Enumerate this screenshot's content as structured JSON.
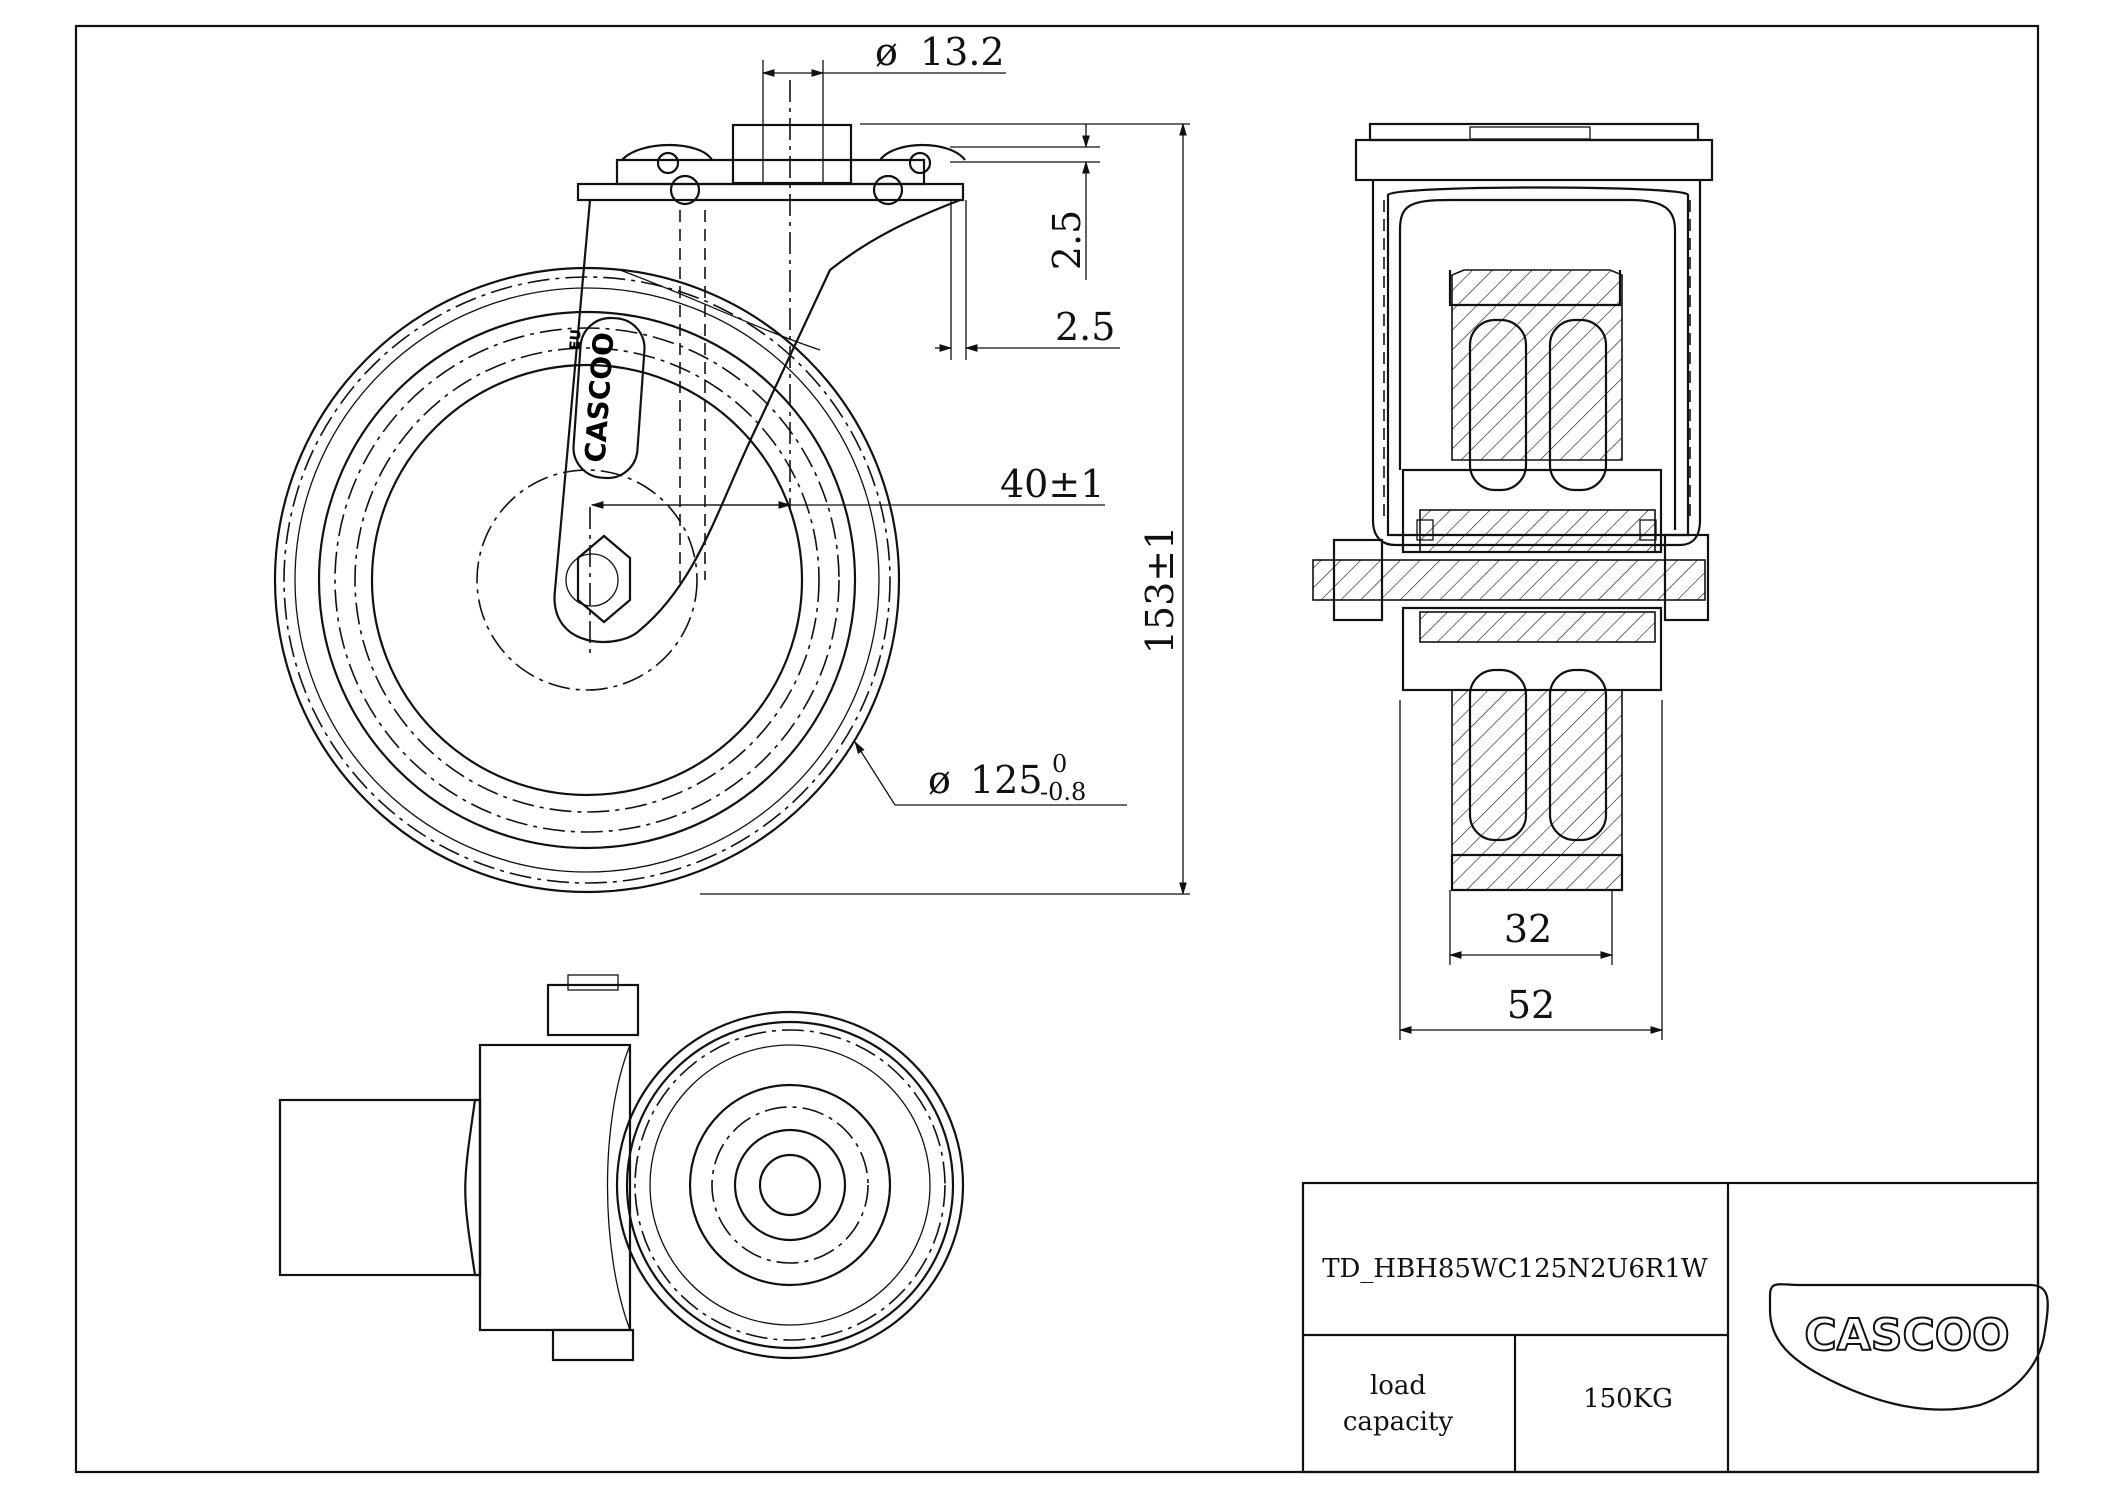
{
  "dimensions": {
    "bore": "13.2",
    "diameter_symbol": "ø",
    "plate_thickness": "2.5",
    "offset": "2.5",
    "swivel_offset": "40±1",
    "height": "153±1",
    "wheel_diameter": "125",
    "wheel_tol_upper": "0",
    "wheel_tol_lower": "-0.8",
    "hub_width": "32",
    "overall_width": "52"
  },
  "title_block": {
    "part_number": "TD_HBH85WC125N2U6R1W",
    "load_label_line1": "load",
    "load_label_line2": "capacity",
    "load_value": "150KG"
  },
  "brand": {
    "logo_text": "CASCOO",
    "fork_logo_text": "CASCOO",
    "fork_small_text": "EU"
  }
}
